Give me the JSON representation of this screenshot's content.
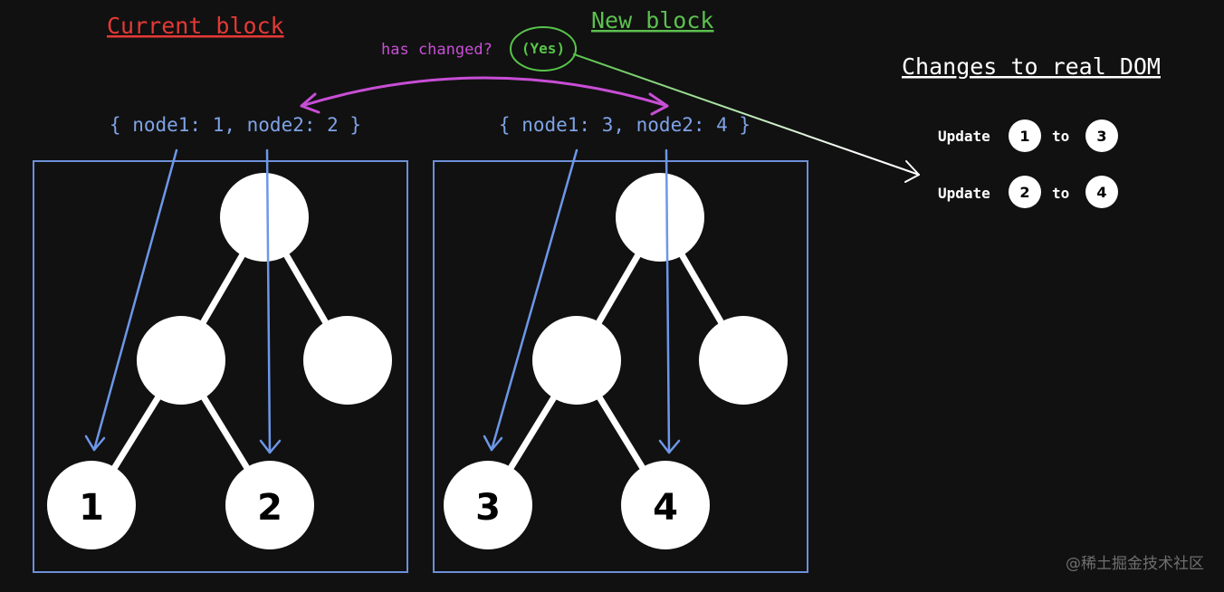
{
  "titles": {
    "current": "Current block",
    "new": "New block",
    "changes": "Changes to real DOM"
  },
  "question": {
    "label": "has changed?",
    "answer": "(Yes)"
  },
  "current_block": {
    "data_label": "{ node1: 1, node2: 2 }",
    "node1": "1",
    "node2": "2"
  },
  "new_block": {
    "data_label": "{ node1: 3, node2: 4 }",
    "node1": "3",
    "node2": "4"
  },
  "changes": [
    {
      "verb": "Update",
      "from": "1",
      "to_word": "to",
      "to": "3"
    },
    {
      "verb": "Update",
      "from": "2",
      "to_word": "to",
      "to": "4"
    }
  ],
  "watermark": "@稀土掘金技术社区",
  "colors": {
    "background": "#111111",
    "current_title": "#e53935",
    "new_title": "#5cc04f",
    "changes_title": "#ffffff",
    "question": "#c84ed6",
    "answer": "#58c44a",
    "block_border": "#6d8fd8",
    "data_label": "#7fa3e6",
    "arrow_blue": "#6d97e8",
    "compare_arrow": "#c84ed6"
  }
}
